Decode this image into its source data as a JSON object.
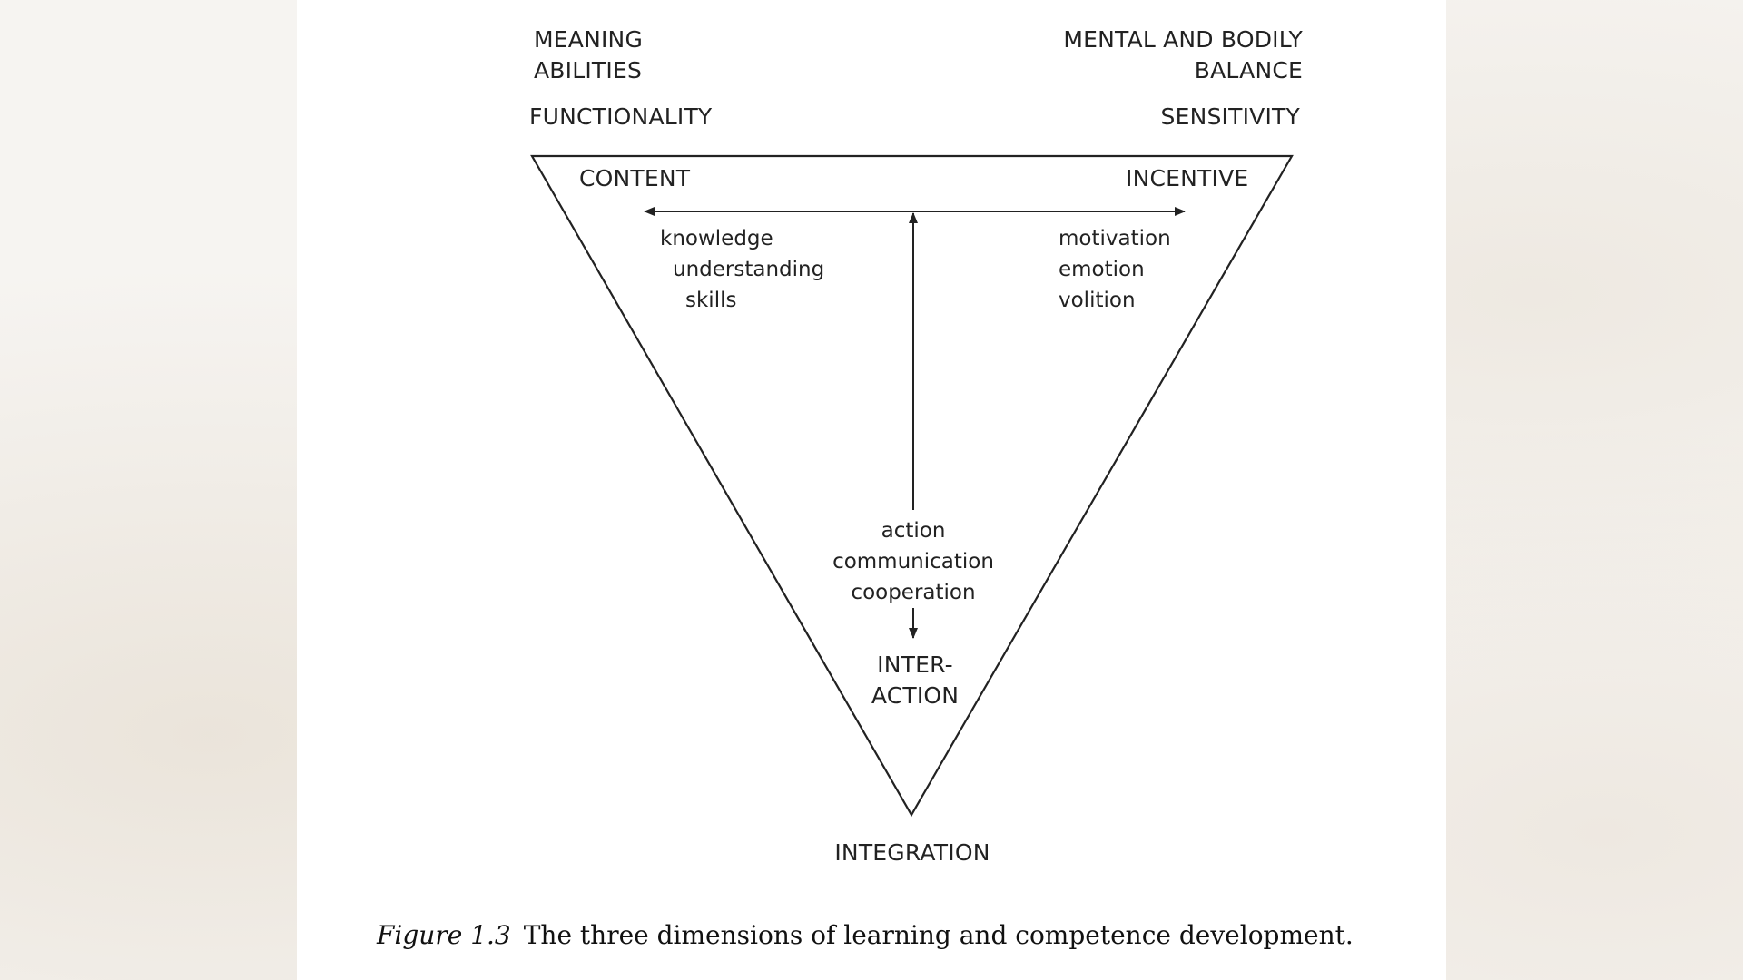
{
  "diagram": {
    "top_left": {
      "line1": "MEANING",
      "line2": "ABILITIES",
      "line3": "FUNCTIONALITY"
    },
    "top_right": {
      "line1": "MENTAL AND BODILY",
      "line2": "BALANCE",
      "line3": "SENSITIVITY"
    },
    "content": {
      "title": "CONTENT",
      "items": [
        "knowledge",
        "understanding",
        "skills"
      ]
    },
    "incentive": {
      "title": "INCENTIVE",
      "items": [
        "motivation",
        "emotion",
        "volition"
      ]
    },
    "interaction": {
      "items": [
        "action",
        "communication",
        "cooperation"
      ],
      "title_line1": "INTER-",
      "title_line2": "ACTION"
    },
    "bottom": "INTEGRATION"
  },
  "caption": {
    "figure_label": "Figure 1.3",
    "text": "The three dimensions of learning and competence development."
  }
}
